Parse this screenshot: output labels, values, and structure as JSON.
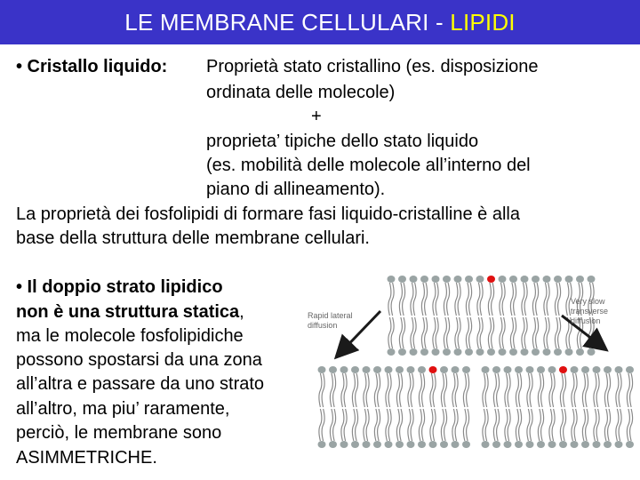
{
  "title": {
    "main": "LE MEMBRANE CELLULARI - ",
    "highlight": "LIPIDI"
  },
  "section1": {
    "bullet": "• Cristallo liquido:",
    "lines": [
      "Proprietà stato cristallino (es. disposizione",
      "ordinata delle molecole)",
      "+",
      "proprieta’ tipiche dello stato liquido",
      "(es. mobilità delle molecole all’interno del",
      "piano di allineamento)."
    ],
    "para": [
      "La proprietà dei fosfolipidi di formare fasi liquido-cristalline è alla",
      "base della struttura delle membrane cellulari."
    ]
  },
  "section2": {
    "bold_lines": [
      "• Il doppio strato lipidico",
      "non è una struttura statica"
    ],
    "comma": ",",
    "lines": [
      "ma le molecole fosfolipidiche",
      "possono spostarsi da una zona",
      "all’altra e passare da uno strato",
      "all’altro, ma piu’ raramente,",
      "perciò, le membrane sono",
      "ASIMMETRICHE."
    ]
  },
  "diagram": {
    "label_left": [
      "Rapid lateral",
      "diffusion"
    ],
    "label_right": [
      "Very slow",
      "transverse",
      "diffusion"
    ],
    "colors": {
      "head": "#9aa4a4",
      "tail": "#8a8a8a",
      "marker": "#e01010",
      "arrow": "#1a1a1a"
    }
  }
}
